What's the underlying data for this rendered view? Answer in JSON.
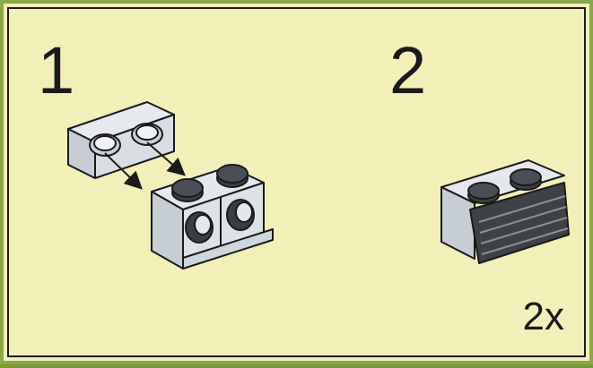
{
  "steps": [
    {
      "number": "1"
    },
    {
      "number": "2"
    }
  ],
  "quantity_label": "2x",
  "colors": {
    "background": "#f2efb8",
    "outer_border": "#8aa84a",
    "light_brick": "#d7dde4",
    "dark_brick": "#3e4247"
  }
}
